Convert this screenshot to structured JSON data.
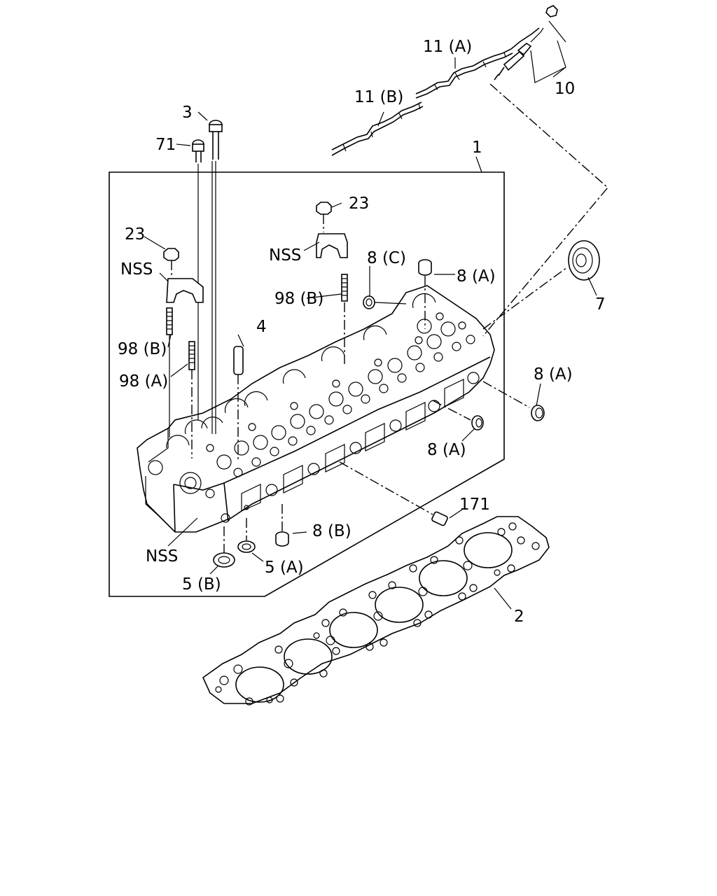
{
  "labels": {
    "l1": "1",
    "l2": "2",
    "l3": "3",
    "l4": "4",
    "l5a": "5 (A)",
    "l5b": "5 (B)",
    "l7": "7",
    "l8a_top": "8 (A)",
    "l8a_right": "8 (A)",
    "l8a_mid": "8 (A)",
    "l8b": "8 (B)",
    "l8c": "8 (C)",
    "l10": "10",
    "l11a": "11 (A)",
    "l11b": "11 (B)",
    "l23_left": "23",
    "l23_mid": "23",
    "l71": "71",
    "l98a": "98 (A)",
    "l98b_left": "98 (B)",
    "l98b_mid": "98 (B)",
    "l171": "171",
    "nss_left": "NSS",
    "nss_mid": "NSS",
    "nss_bottom": "NSS"
  }
}
